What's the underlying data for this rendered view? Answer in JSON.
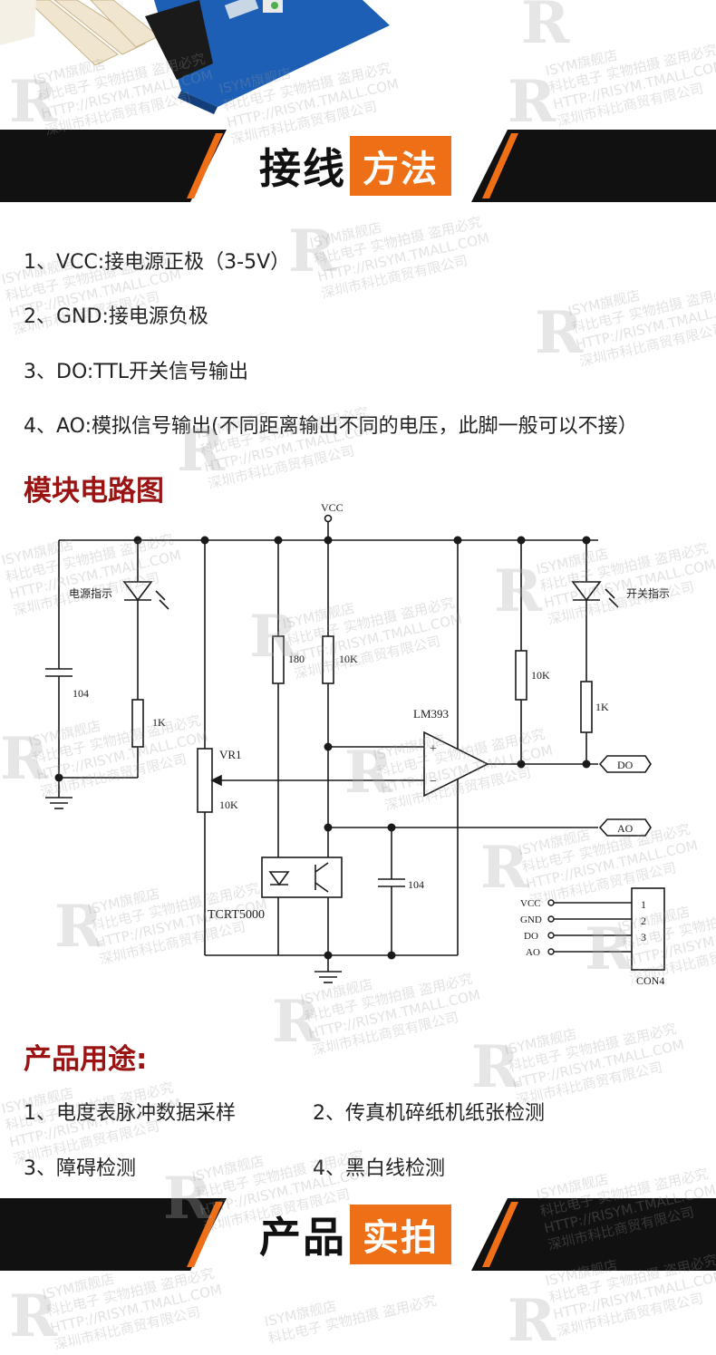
{
  "banner_top": {
    "black": "接线",
    "orange": "方法"
  },
  "wiring": [
    "1、VCC:接电源正极（3-5V）",
    "2、GND:接电源负极",
    "3、DO:TTL开关信号输出",
    "4、AO:模拟信号输出(不同距离输出不同的电压，此脚一般可以不接）"
  ],
  "circuit_title": "模块电路图",
  "circuit": {
    "vcc": "VCC",
    "power_led": "电源指示",
    "switch_led": "开关指示",
    "cap1": "104",
    "res_1k_left": "1K",
    "res_180": "180",
    "res_10k_mid": "10K",
    "res_10k_right": "10K",
    "res_1k_right": "1K",
    "comparator": "LM393",
    "plus": "+",
    "minus": "−",
    "pot_name": "VR1",
    "pot_value": "10K",
    "sensor": "TCRT5000",
    "cap2": "104",
    "do_label": "DO",
    "ao_label": "AO",
    "connector_pins": [
      "VCC",
      "GND",
      "DO",
      "AO"
    ],
    "connector_numbers": [
      "1",
      "2",
      "3"
    ],
    "connector_name": "CON4"
  },
  "usage_title": "产品用途:",
  "usage": [
    "1、电度表脉冲数据采样",
    "2、传真机碎纸机纸张检测",
    "3、障碍检测",
    "4、黑白线检测"
  ],
  "banner_bottom": {
    "black": "产品",
    "orange": "实拍"
  },
  "watermark": {
    "line1": "ISYM旗舰店",
    "line2": "科比电子 实物拍摄 盗用必究",
    "line3": "HTTP://RISYM.TMALL.COM",
    "line4": "深圳市科比商贸有限公司",
    "logo": "R"
  },
  "colors": {
    "accent_orange": "#ee6f16",
    "title_red": "#9b1414",
    "banner_black": "#111111"
  }
}
